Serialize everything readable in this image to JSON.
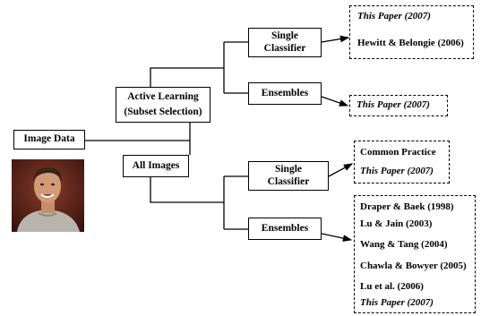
{
  "nodes": {
    "image_data": "Image Data",
    "active_learning_line1": "Active Learning",
    "active_learning_line2": "(Subset Selection)",
    "all_images": "All Images",
    "single_classifier_top_line1": "Single",
    "single_classifier_top_line2": "Classifier",
    "ensembles_top": "Ensembles",
    "single_classifier_bottom_line1": "Single",
    "single_classifier_bottom_line2": "Classifier",
    "ensembles_bottom": "Ensembles"
  },
  "references": {
    "active_single": [
      "This Paper (2007)",
      "Hewitt & Belongie (2006)"
    ],
    "active_ensembles": [
      "This Paper (2007)"
    ],
    "all_single": [
      "Common Practice",
      "This Paper (2007)"
    ],
    "all_ensembles": [
      "Draper & Baek (1998)",
      "Lu & Jain (2003)",
      "Wang & Tang (2004)",
      "Chawla & Bowyer (2005)",
      "Lu et al. (2006)",
      "This Paper (2007)"
    ]
  }
}
